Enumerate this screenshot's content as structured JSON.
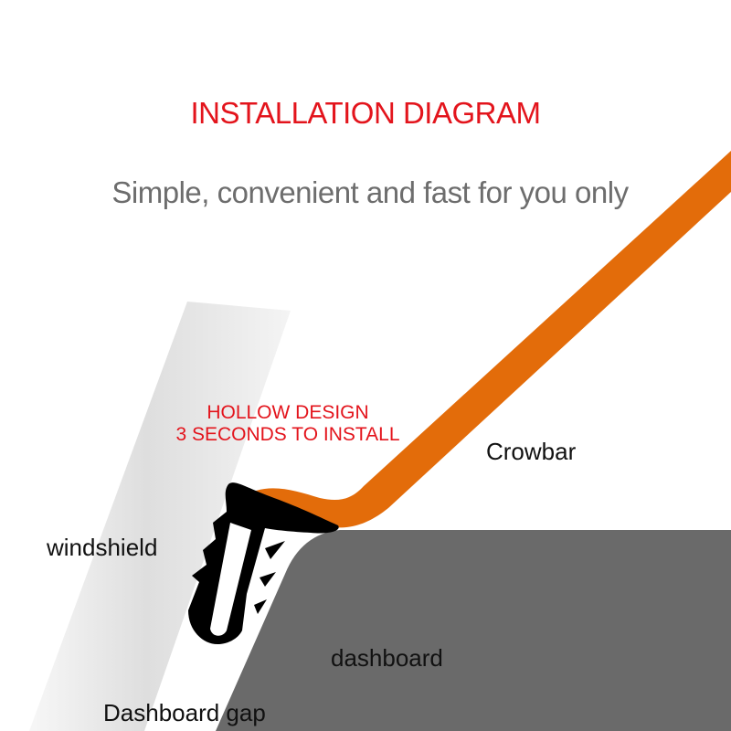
{
  "header": {
    "title": "INSTALLATION DIAGRAM",
    "subtitle": "Simple, convenient and fast for you only"
  },
  "feature": {
    "line1": "HOLLOW DESIGN",
    "line2": "3 SECONDS TO INSTALL"
  },
  "labels": {
    "crowbar": "Crowbar",
    "windshield": "windshield",
    "dashboard": "dashboard",
    "dashboard_gap": "Dashboard gap"
  },
  "colors": {
    "title_red": "#e3141c",
    "subtitle_gray": "#6d6d6d",
    "crowbar_orange": "#e36c0a",
    "dashboard_gray": "#6a6a6a",
    "windshield_gray": "#e6e6e6",
    "seal_black": "#000000"
  }
}
